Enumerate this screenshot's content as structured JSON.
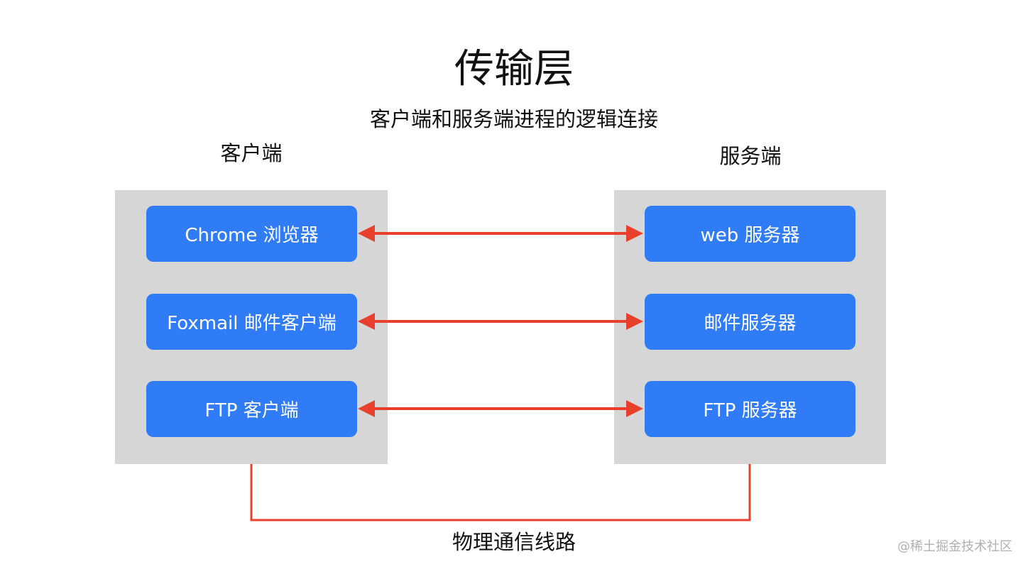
{
  "title": "传输层",
  "subtitle": "客户端和服务端进程的逻辑连接",
  "client": {
    "label": "客户端",
    "nodes": [
      "Chrome 浏览器",
      "Foxmail 邮件客户端",
      "FTP 客户端"
    ]
  },
  "server": {
    "label": "服务端",
    "nodes": [
      "web 服务器",
      "邮件服务器",
      "FTP 服务器"
    ]
  },
  "physical_link_label": "物理通信线路",
  "watermark": "@稀土掘金技术社区",
  "colors": {
    "panel": "#d6d6d6",
    "node": "#2f7cf6",
    "arrow": "#e8402c",
    "line": "#e8402c"
  }
}
